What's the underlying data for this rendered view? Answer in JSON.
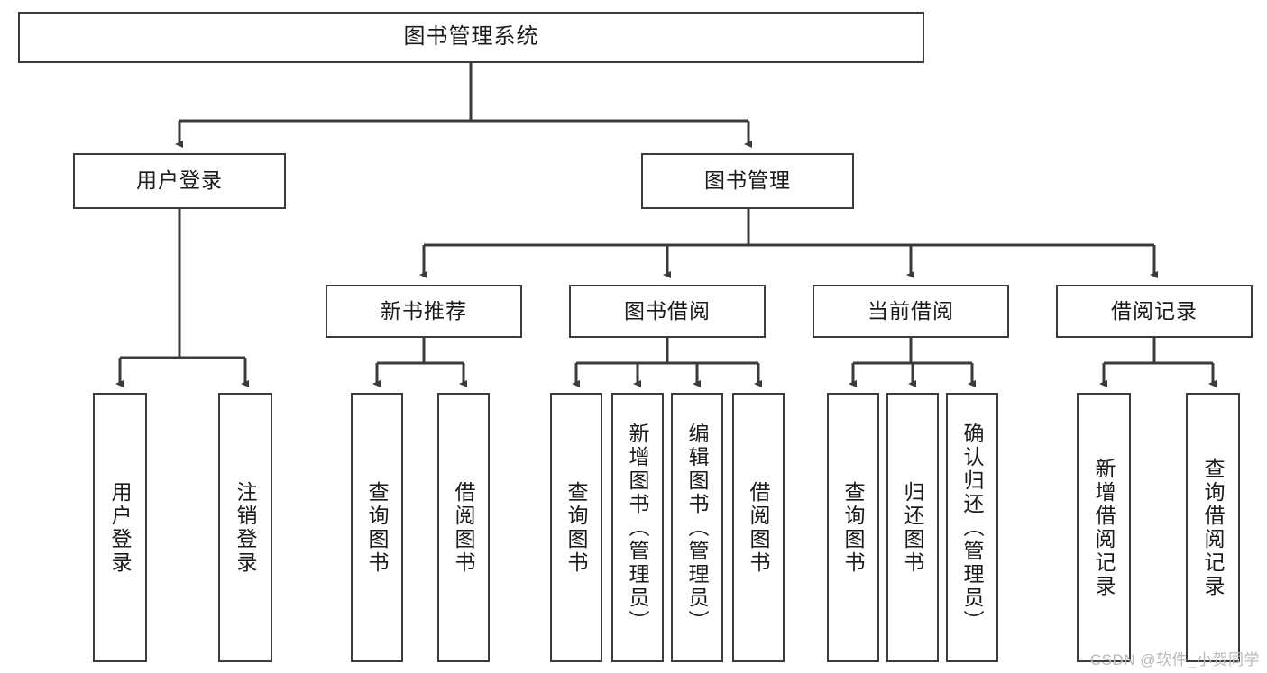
{
  "diagram": {
    "type": "tree-hierarchy-chart",
    "title": "图书管理系统",
    "line_color": "#3b3b3b",
    "box_fill": "#ffffff",
    "text_color": "#1a1a1a",
    "nodes": {
      "root": {
        "label": "图书管理系统"
      },
      "level2": [
        {
          "label": "用户登录"
        },
        {
          "label": "图书管理"
        }
      ],
      "level3": [
        {
          "label": "新书推荐"
        },
        {
          "label": "图书借阅"
        },
        {
          "label": "当前借阅"
        },
        {
          "label": "借阅记录"
        }
      ],
      "leaves_user_login": [
        {
          "label": "用户登录"
        },
        {
          "label": "注销登录"
        }
      ],
      "leaves_new_book": [
        {
          "label": "查询图书"
        },
        {
          "label": "借阅图书"
        }
      ],
      "leaves_borrow": [
        {
          "label": "查询图书"
        },
        {
          "label": "新增图书（管理员）"
        },
        {
          "label": "编辑图书（管理员）"
        },
        {
          "label": "借阅图书"
        }
      ],
      "leaves_current": [
        {
          "label": "查询图书"
        },
        {
          "label": "归还图书"
        },
        {
          "label": "确认归还（管理员）"
        }
      ],
      "leaves_record": [
        {
          "label": "新增借阅记录"
        },
        {
          "label": "查询借阅记录"
        }
      ]
    }
  },
  "watermark": {
    "text": "CSDN @软件_小贺同学",
    "color": "#b9b9b9"
  }
}
